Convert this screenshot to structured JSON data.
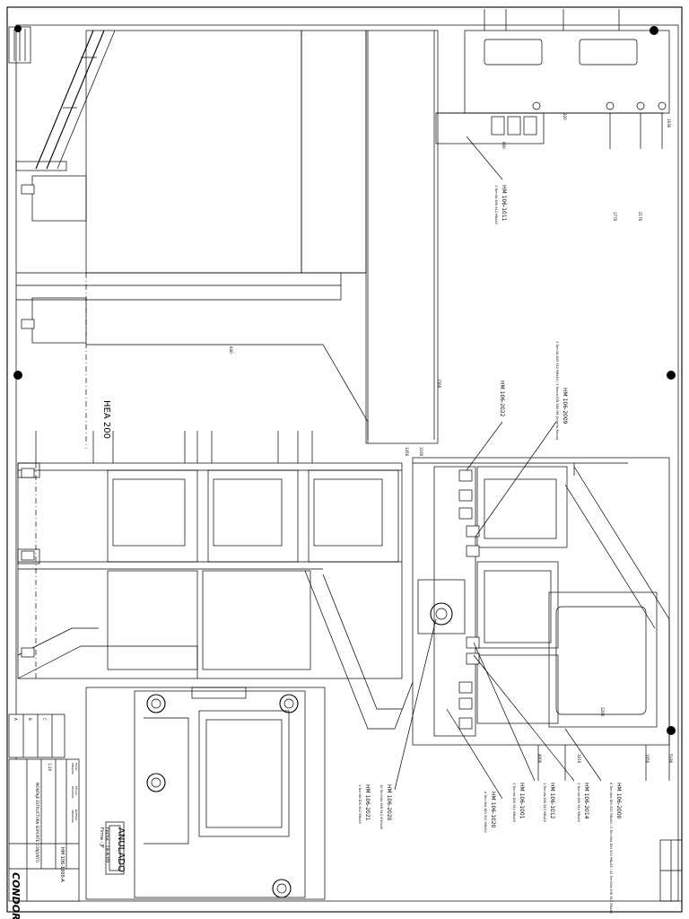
{
  "drawing": {
    "profile_label": "HEA 200",
    "void_stamp": {
      "title": "ANULADO",
      "date_line": "Fecha : 14-4-09",
      "sign_line": "Firma : JF"
    },
    "part_refs": [
      {
        "code": "HM 106-1011",
        "note": "1 Tornillo DIN 912 M8x40"
      },
      {
        "code": "HM 106-2009",
        "note": "1 Tornillo DIN 912 M8x40 / 1 Rosca DIN 580 M8 (Inserto-Rosca)"
      },
      {
        "code": "HM 106-2022",
        "note": ""
      },
      {
        "code": "HM 106-2000",
        "note": "6 Tornillos DIN 912 M8x40 / 2 Tornillos DIN 912 M8x25 / 24 Tornillos DIN 912 M8x40"
      },
      {
        "code": "HM 106-2014",
        "note": "1 Tornillo DIN 912 M8x40"
      },
      {
        "code": "HM 106-1012",
        "note": "1 Tornillo DIN 912 M8x40"
      },
      {
        "code": "HM 106-1001",
        "note": "1 Tornillo DIN 912 M8x40"
      },
      {
        "code": "HM 106-1020",
        "note": "4 Tornillos DIN 912 M8x20"
      },
      {
        "code": "HM 106-2020",
        "note": "10 Tornillos DIN 912 M10x40"
      },
      {
        "code": "HM 106-2021",
        "note": "1 Tornillo DIN 912 M8x40"
      }
    ],
    "dimensions": [
      "2170",
      "1770",
      "1560",
      "1630",
      "1450",
      "1160",
      "1010",
      "1050",
      "640",
      "600",
      "320",
      "5180",
      "4000",
      "3200"
    ],
    "title_block": {
      "company": "CONDOR",
      "drawing_number": "HM 106-1000-A",
      "description": "MONTAJE ESTRUCTURA SOPORTE CONJUNTO",
      "scale": "1:10",
      "rows": [
        "DIBUJADO",
        "REVISADO",
        "APROBADO",
        "FECHA",
        "ESCALA",
        "MATERIAL"
      ]
    },
    "revision_block": {
      "rows": [
        "A",
        "B",
        "C"
      ]
    }
  }
}
